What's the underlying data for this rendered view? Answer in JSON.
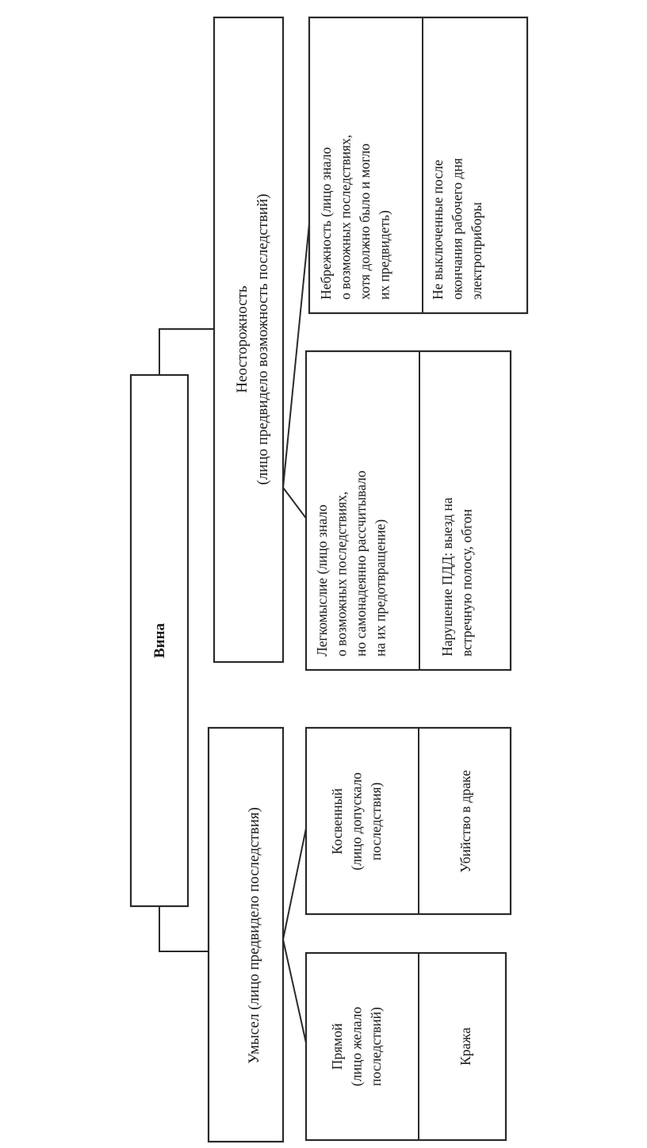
{
  "diagram": {
    "orientation": "rotated 90° counter-clockwise",
    "root": {
      "label": "Вина"
    },
    "branches": [
      {
        "id": "negligence",
        "title": "Неосторожность",
        "subtitle": "(лицо предвидело возможность последствий)",
        "children": [
          {
            "id": "frivolity",
            "lines": [
              "Легкомыслие (лицо знало",
              "о возможных последствиях,",
              "но самонадеянно рассчитывало",
              "на их предотвращение)"
            ],
            "example_lines": [
              "Нарушение ПДД: выезд на",
              "встречную полосу, обгон"
            ]
          },
          {
            "id": "carelessness",
            "lines": [
              "Небрежность (лицо знало",
              "о возможных последствиях,",
              "хотя должно было и могло",
              "их предвидеть)"
            ],
            "example_lines": [
              "Не выключенные после",
              "окончания рабочего дня",
              "электроприборы"
            ]
          }
        ]
      },
      {
        "id": "intent",
        "title": "Умысел (лицо предвидело последствия)",
        "children": [
          {
            "id": "direct",
            "lines": [
              "Прямой",
              "(лицо желало",
              "последствий)"
            ],
            "example_lines": [
              "Кража"
            ]
          },
          {
            "id": "indirect",
            "lines": [
              "Косвенный",
              "(лицо допускало",
              "последствия)"
            ],
            "example_lines": [
              "Убийство в драке"
            ]
          }
        ]
      }
    ]
  }
}
